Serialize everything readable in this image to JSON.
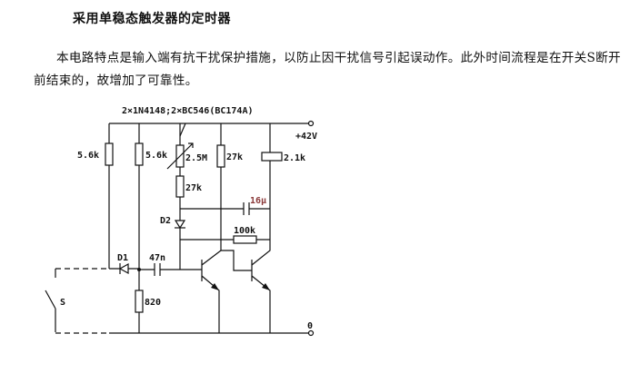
{
  "document": {
    "title": "采用单稳态触发器的定时器",
    "paragraph": "本电路特点是输入端有抗干扰保护措施，以防止因干扰信号引起误动作。此外时间流程是在开关S断开前结束的，故增加了可靠性。"
  },
  "diagram": {
    "parts_note": "2×1N4148;2×BC546(BC174A)",
    "supply_label": "+42V",
    "ground_label": "0",
    "labels": {
      "r1": "5.6k",
      "r2": "5.6k",
      "pot": "2.5M",
      "r3": "27k",
      "r4": "27k",
      "relay": "2.1k",
      "cap_timing": "16μ",
      "r_feedback": "100k",
      "d1": "D1",
      "d2": "D2",
      "cap_input": "47n",
      "r_bottom": "820",
      "switch": "S"
    },
    "accent_color": "#8b3a3a"
  }
}
